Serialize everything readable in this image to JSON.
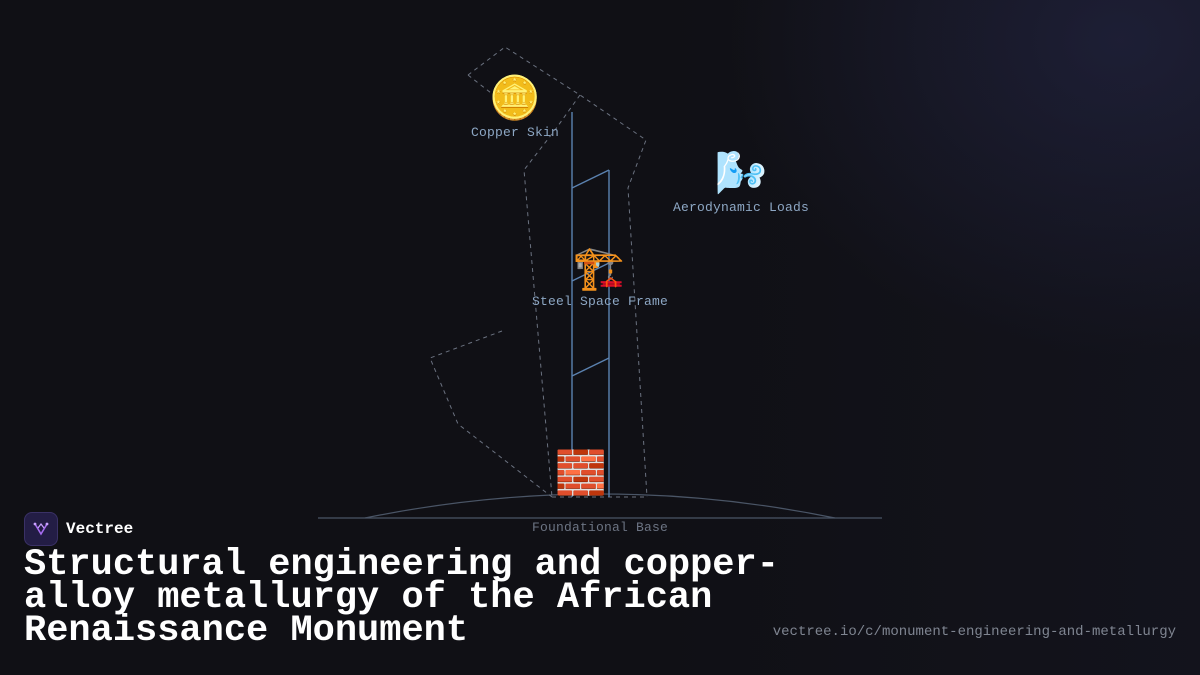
{
  "diagram": {
    "labels": {
      "copper_skin": "Copper Skin",
      "aerodynamic_loads": "Aerodynamic Loads",
      "steel_space_frame": "Steel Space Frame",
      "foundational_base": "Foundational Base"
    },
    "icons": {
      "copper_skin": "🪙",
      "aerodynamic_loads": "🌬️",
      "steel_space_frame": "🏗️",
      "foundational_base": "🧱"
    },
    "colors": {
      "frame_line": "#5b82b0",
      "outline_dashed": "#6b7280",
      "label": "#8da7c4"
    }
  },
  "brand": {
    "name": "Vectree"
  },
  "title": "Structural engineering and copper-alloy metallurgy of the African Renaissance Monument",
  "url": "vectree.io/c/monument-engineering-and-metallurgy"
}
